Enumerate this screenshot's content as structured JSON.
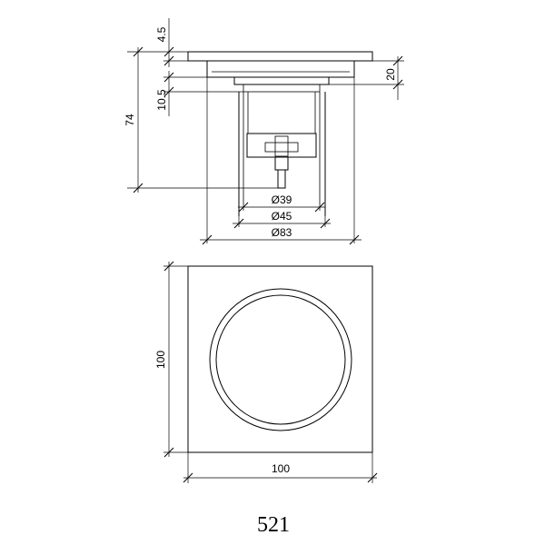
{
  "drawing": {
    "model_number": "521",
    "side_view": {
      "dims": {
        "flange_thickness": "4.5",
        "body_height": "20",
        "seal_height": "10.5",
        "total_height": "74",
        "inner_diameter": "Ø39",
        "mid_diameter": "Ø45",
        "outer_diameter": "Ø83"
      }
    },
    "top_view": {
      "dims": {
        "height": "100",
        "width": "100"
      }
    }
  }
}
